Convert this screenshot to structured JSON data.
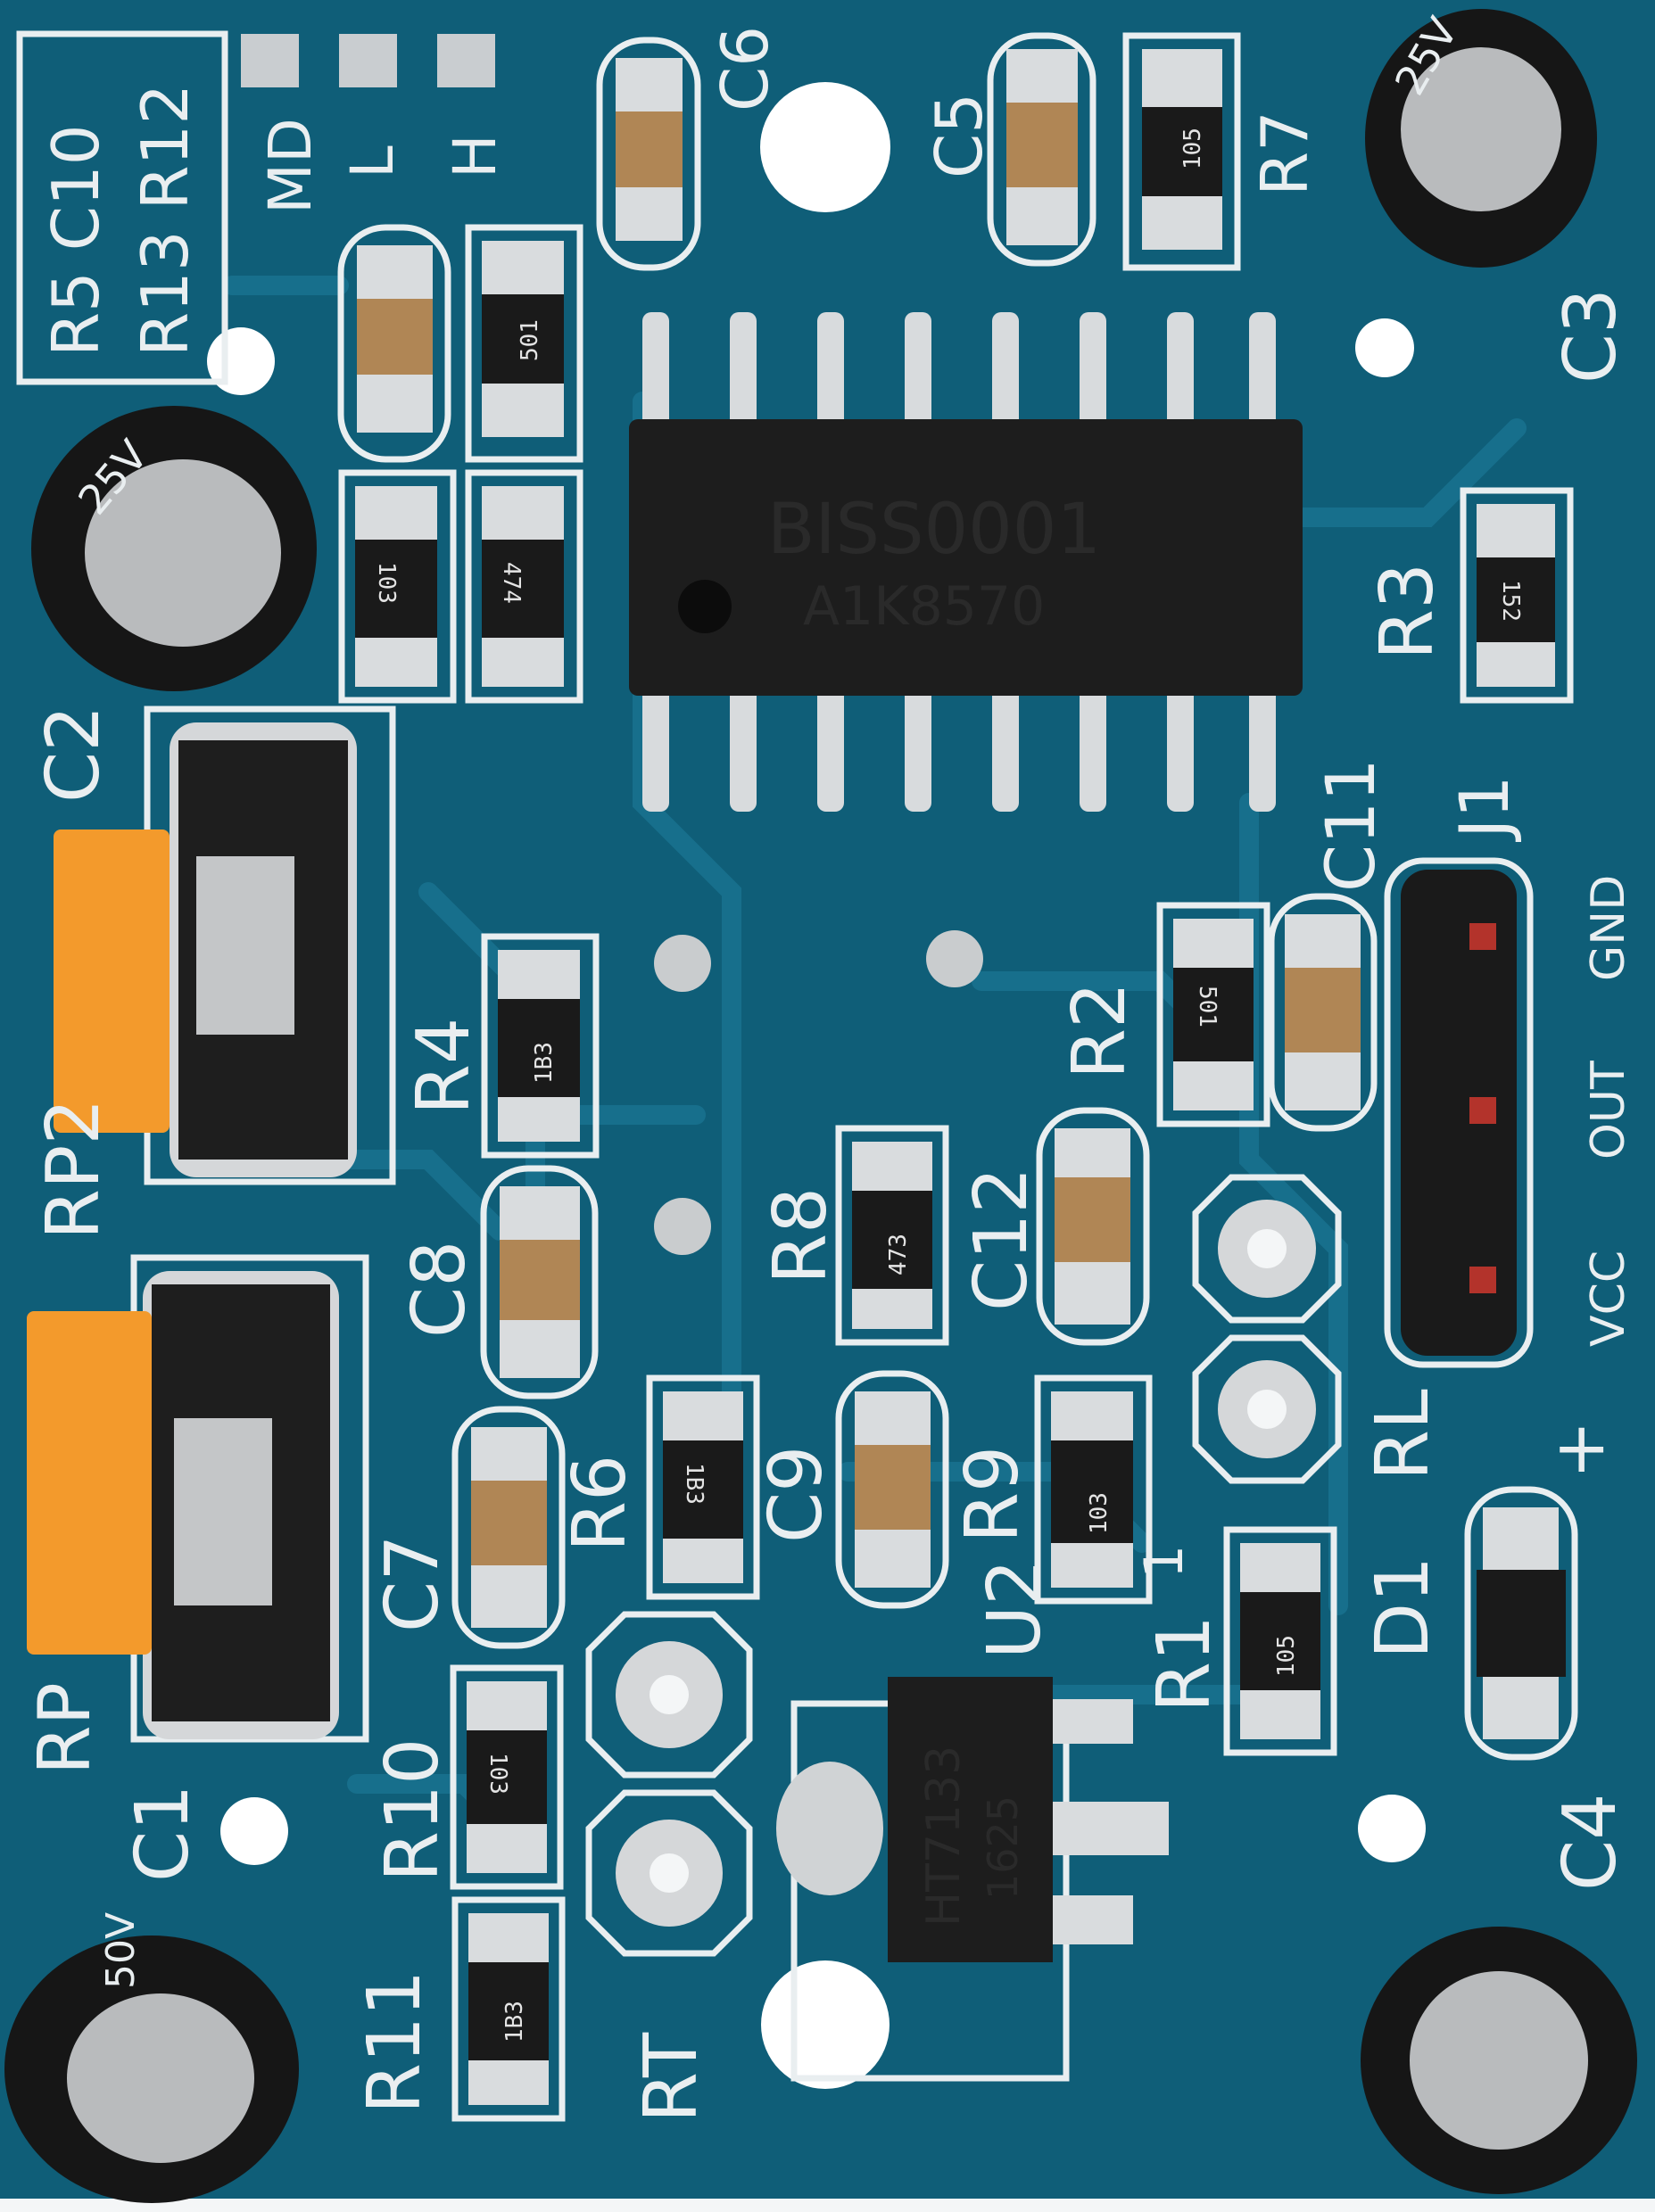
{
  "image": {
    "subject": "PIR motion sensor module PCB (top side)",
    "colors": {
      "pcb": "#0f5e78",
      "pcb_dark": "#0b4a62",
      "trace": "#176f8c",
      "silkscreen": "#e9eef0",
      "pad": "#d9dcde",
      "ic_body": "#1d1d1d",
      "capacitor_body": "#b08655",
      "resistor_body": "#1a1a1a",
      "potentiometer_knob": "#f39a2c",
      "electrolytic_can": "#161616",
      "background": "#f4f6f7"
    }
  },
  "silkscreen": {
    "jumper_note_1": "R5 C10",
    "jumper_note_2": "R13 R12",
    "mode_label": "MD",
    "label_l": "L",
    "label_h": "H",
    "c1": "C1",
    "c2": "C2",
    "c3": "C3",
    "c4": "C4",
    "c5": "C5",
    "c6": "C6",
    "c7": "C7",
    "c8": "C8",
    "c9": "C9",
    "c11": "C11",
    "c12": "C12",
    "r1": "R1",
    "r2": "R2",
    "r3": "R3",
    "r4": "R4",
    "r6": "R6",
    "r7": "R7",
    "r8": "R8",
    "r9": "R9",
    "r10": "R10",
    "r11": "R11",
    "rp": "RP",
    "rp2": "RP2",
    "u2": "U2",
    "d1": "D1",
    "j1": "J1",
    "rl": "RL",
    "rt": "RT",
    "plus": "+",
    "pin_1": "1",
    "vcc": "VCC",
    "out": "OUT",
    "gnd": "GND"
  },
  "markings": {
    "ic_main_line1": "BISS0001",
    "ic_main_line2": "A1K8570",
    "regulator_line1": "HT7133",
    "regulator_line2": "1625",
    "r3_code": "152",
    "r7_code": "105",
    "r_top1_code": "501",
    "r_left_code": "103",
    "r_474_code": "474",
    "r4_code": "1B3",
    "r2_code": "501",
    "r8_code": "473",
    "r6_code": "1B3",
    "r9_code": "103",
    "r1_code": "105",
    "r10_code": "103",
    "r11_code": "1B3",
    "cap_top_left_value": "25V",
    "cap_c3_value": "25V",
    "cap_c1_value": "50V"
  }
}
